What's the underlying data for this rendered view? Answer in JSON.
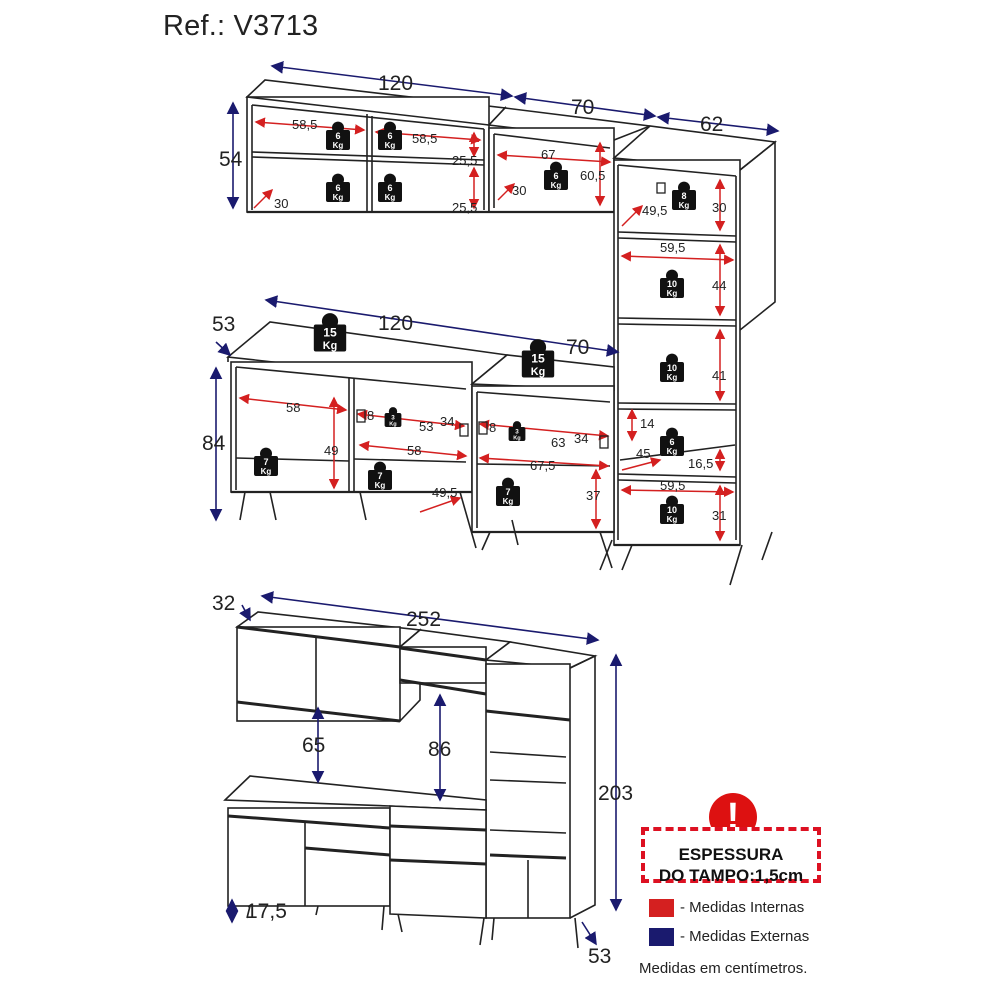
{
  "reference": "Ref.: V3713",
  "colors": {
    "internal": "#d42020",
    "external": "#1a1a6e",
    "warning": "#d11111"
  },
  "dimensions": {
    "top_width_a": "120",
    "top_width_b": "70",
    "top_width_c": "62",
    "top_height": "54",
    "top_int_58_5_a": "58,5",
    "top_int_58_5_b": "58,5",
    "top_int_25_5_a": "25,5",
    "top_int_25_5_b": "25,5",
    "top_int_30_a": "30",
    "top_int_67": "67",
    "top_int_60_5": "60,5",
    "top_int_30_b": "30",
    "tower_49_5": "49,5",
    "tower_30": "30",
    "tower_59_5_a": "59,5",
    "tower_44": "44",
    "tower_41": "41",
    "tower_14": "14",
    "tower_45": "45",
    "tower_16_5": "16,5",
    "tower_59_5_b": "59,5",
    "tower_31": "31",
    "base_depth": "53",
    "base_width_a": "120",
    "base_width_b": "70",
    "base_height": "84",
    "base_58_a": "58",
    "base_8_a": "8",
    "base_53": "53",
    "base_34_a": "34",
    "base_8_b": "8",
    "base_63": "63",
    "base_34_b": "34",
    "base_49": "49",
    "base_58_b": "58",
    "base_67_5": "67,5",
    "base_49_5": "49,5",
    "base_37": "37",
    "front_depth": "32",
    "front_width": "252",
    "front_gap_65": "65",
    "front_gap_86": "86",
    "front_height": "203",
    "front_leg": "17,5",
    "front_base_depth": "53"
  },
  "loads": {
    "kg": "Kg",
    "w6": "6",
    "w8": "8",
    "w10": "10",
    "w15": "15",
    "w7": "7",
    "w3": "3"
  },
  "notice": {
    "line1": "ESPESSURA",
    "line2": "DO TAMPO:1,5cm",
    "icon": "!"
  },
  "legend": {
    "internal": "- Medidas Internas",
    "external": "- Medidas Externas"
  },
  "footnote": "Medidas em centímetros."
}
